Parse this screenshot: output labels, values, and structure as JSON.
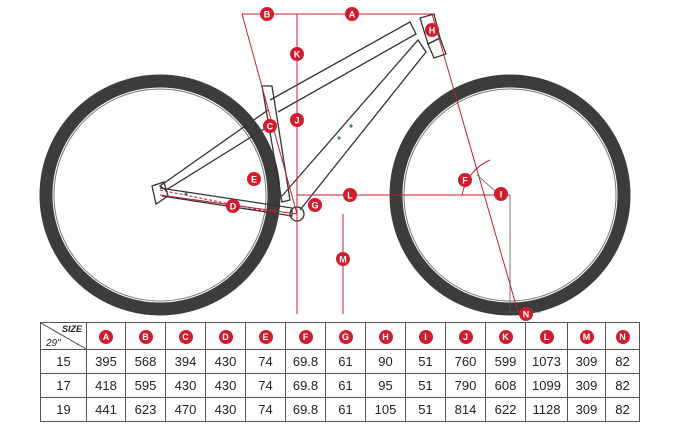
{
  "markers": {
    "A": "A",
    "B": "B",
    "C": "C",
    "D": "D",
    "E": "E",
    "F": "F",
    "G": "G",
    "H": "H",
    "I": "I",
    "J": "J",
    "K": "K",
    "L": "L",
    "M": "M",
    "N": "N"
  },
  "table": {
    "size_label": "SIZE",
    "wheel_label": "29\"",
    "columns": [
      "A",
      "B",
      "C",
      "D",
      "E",
      "F",
      "G",
      "H",
      "I",
      "J",
      "K",
      "L",
      "M",
      "N"
    ],
    "rows": [
      {
        "size": "15",
        "values": [
          "395",
          "568",
          "394",
          "430",
          "74",
          "69.8",
          "61",
          "90",
          "51",
          "760",
          "599",
          "1073",
          "309",
          "82"
        ]
      },
      {
        "size": "17",
        "values": [
          "418",
          "595",
          "430",
          "430",
          "74",
          "69.8",
          "61",
          "95",
          "51",
          "790",
          "608",
          "1099",
          "309",
          "82"
        ]
      },
      {
        "size": "19",
        "values": [
          "441",
          "623",
          "470",
          "430",
          "74",
          "69.8",
          "61",
          "105",
          "51",
          "814",
          "622",
          "1128",
          "309",
          "82"
        ]
      }
    ]
  },
  "colors": {
    "accent": "#d01c2c",
    "line": "#333333",
    "dim_line": "#c02030"
  }
}
